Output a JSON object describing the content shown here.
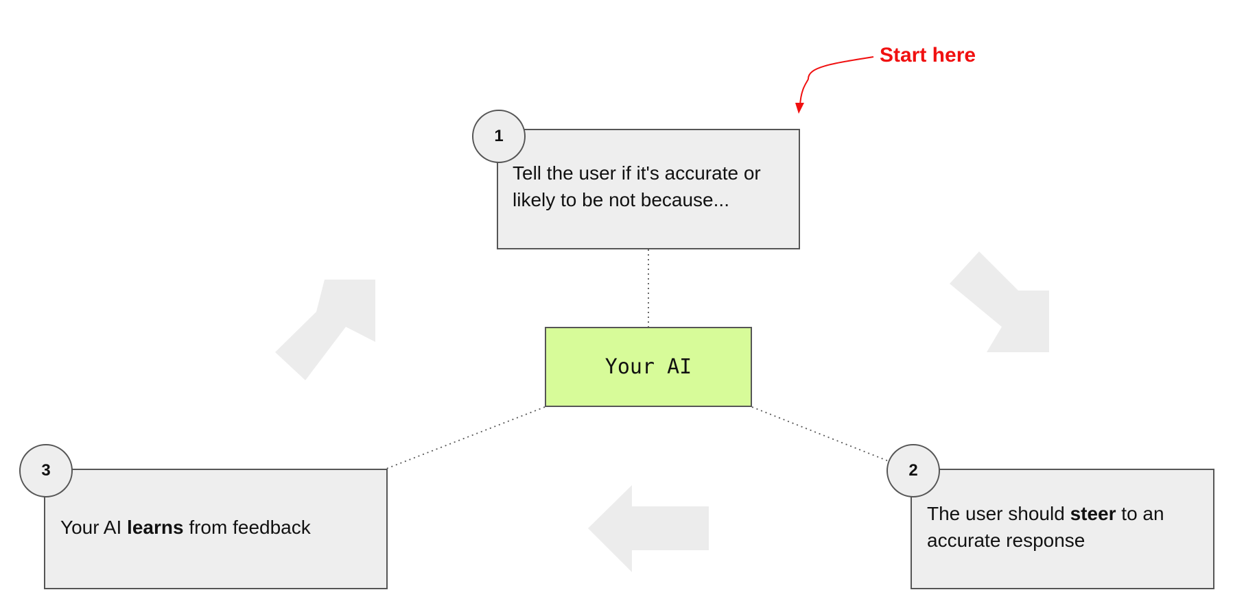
{
  "annotation": {
    "start_label": "Start here",
    "color": "#f01010"
  },
  "center": {
    "label": "Your AI",
    "fill": "#d7fb99"
  },
  "steps": [
    {
      "number": "1",
      "text": "Tell the user if it's accurate or likely to be not because..."
    },
    {
      "number": "2",
      "text_before": "The user should ",
      "text_bold": "steer",
      "text_after": " to an accurate response"
    },
    {
      "number": "3",
      "text_before": "Your AI ",
      "text_bold": "learns",
      "text_after": " from feedback"
    }
  ],
  "colors": {
    "box_fill": "#eeeeee",
    "border": "#555555",
    "cycle_arrow": "#ececec"
  },
  "icons": {
    "cycle_arrows": [
      "arrow-up-right-icon",
      "arrow-down-right-icon",
      "arrow-left-icon"
    ],
    "annotation_arrow": "curved-arrow-icon"
  }
}
